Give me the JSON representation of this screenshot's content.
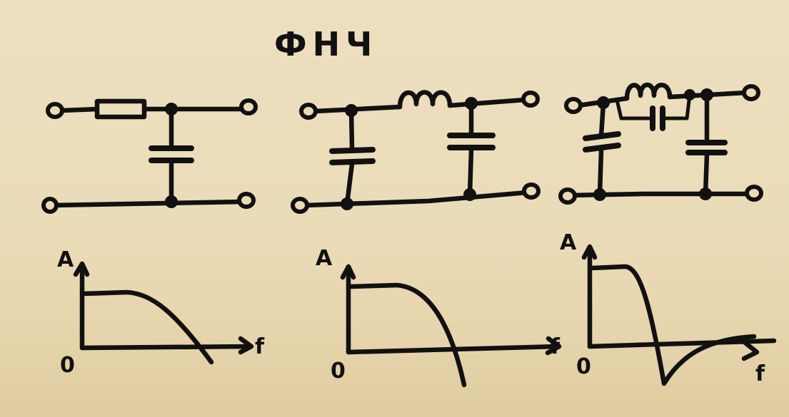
{
  "title": "ФНЧ",
  "graphs": {
    "y_axis_label": "A",
    "x_axis_label": "f",
    "origin_label": "0"
  }
}
